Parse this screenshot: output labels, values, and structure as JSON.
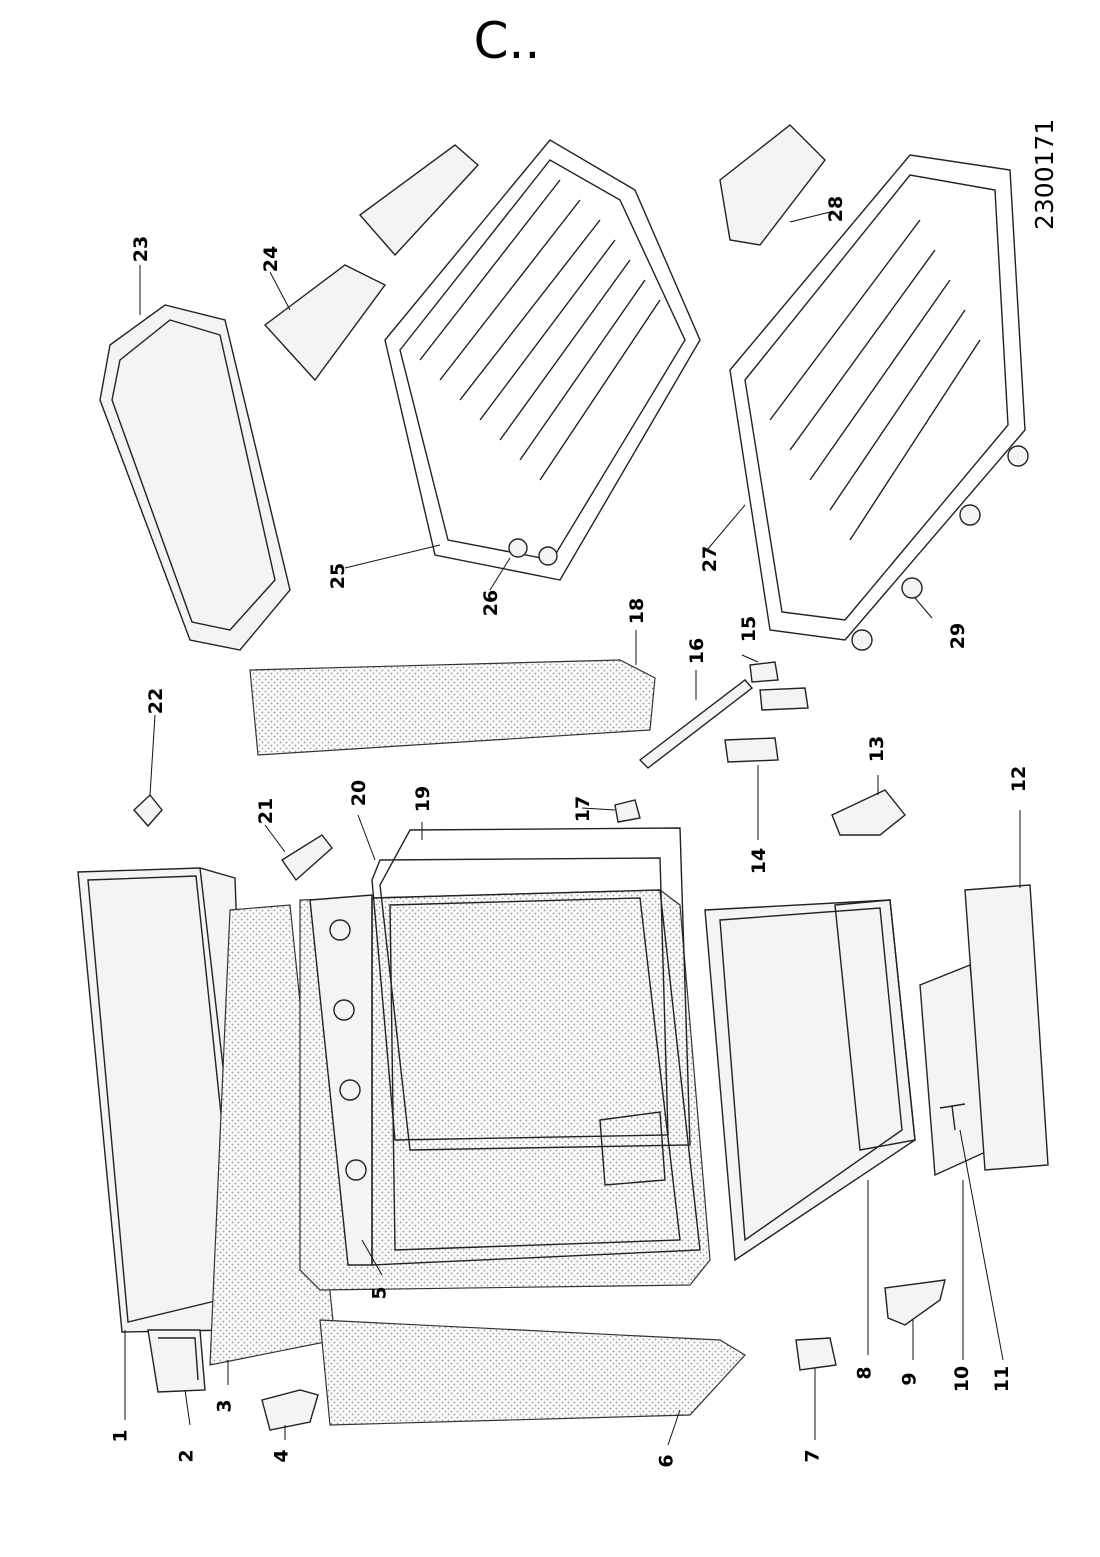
{
  "title": "C..",
  "diagram_code": "2300171",
  "part_labels": [
    "1",
    "2",
    "3",
    "4",
    "5",
    "6",
    "7",
    "8",
    "9",
    "10",
    "11",
    "12",
    "13",
    "14",
    "15",
    "16",
    "17",
    "18",
    "19",
    "20",
    "21",
    "22",
    "23",
    "24",
    "25",
    "26",
    "27",
    "28",
    "29"
  ]
}
